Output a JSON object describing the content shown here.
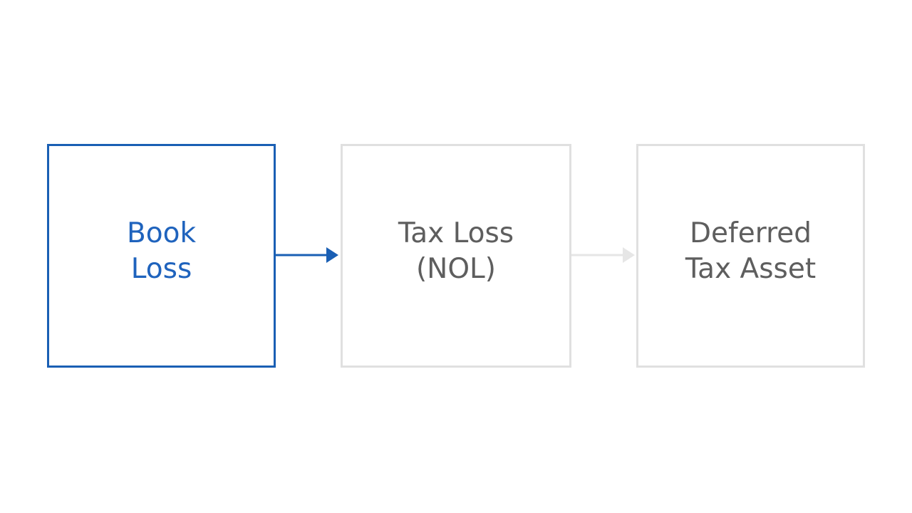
{
  "nodes": [
    {
      "lines": [
        "Book",
        "Loss"
      ],
      "state": "active"
    },
    {
      "lines": [
        "Tax Loss",
        "(NOL)"
      ],
      "state": "inactive"
    },
    {
      "lines": [
        "Deferred",
        "Tax Asset"
      ],
      "state": "inactive"
    }
  ],
  "edges": [
    {
      "from": "Book Loss",
      "to": "Tax Loss (NOL)",
      "state": "active"
    },
    {
      "from": "Tax Loss (NOL)",
      "to": "Deferred Tax Asset",
      "state": "inactive"
    }
  ],
  "colors": {
    "active": "#1a5fb4",
    "inactive_border": "#e0e0e0",
    "inactive_text": "#5e5e5e",
    "inactive_arrow": "#e6e6e6",
    "background": "#ffffff"
  }
}
